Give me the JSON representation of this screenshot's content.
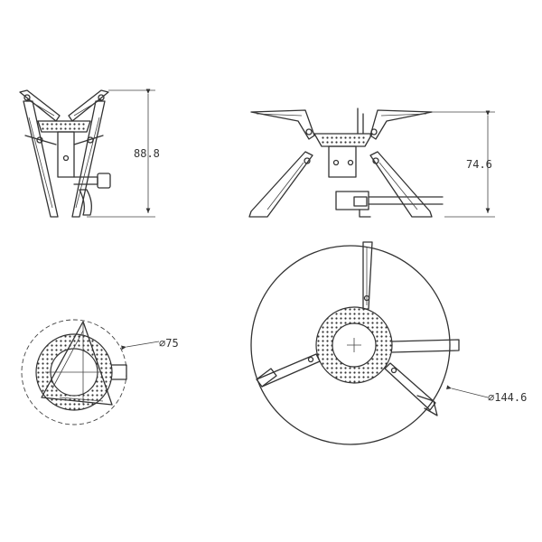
{
  "dimensions": {
    "folded_height": "88.8",
    "open_height": "74.6",
    "folded_diameter": "⌀75",
    "open_diameter": "⌀144.6"
  },
  "colors": {
    "line": "#333333",
    "background": "#ffffff"
  }
}
